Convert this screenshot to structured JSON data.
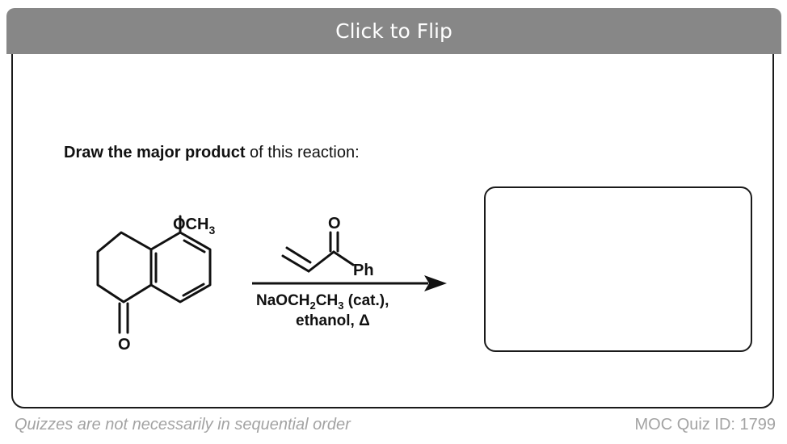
{
  "header": {
    "flip_label": "Click to Flip"
  },
  "question": {
    "bold_part": "Draw the major product",
    "rest": " of this reaction:"
  },
  "reaction": {
    "reactant_substituent": "OCH",
    "reactant_substituent_sub": "3",
    "reactant_carbonyl_o": "O",
    "reagent_carbonyl_o": "O",
    "reagent_group": "Ph",
    "conditions_base_prefix": "NaOCH",
    "conditions_base_sub1": "2",
    "conditions_base_mid": "CH",
    "conditions_base_sub2": "3",
    "conditions_base_suffix": " (cat.),",
    "conditions_solvent": "ethanol, Δ"
  },
  "footer": {
    "note": "Quizzes are not necessarily in sequential order",
    "quiz_id": "MOC Quiz ID: 1799"
  }
}
